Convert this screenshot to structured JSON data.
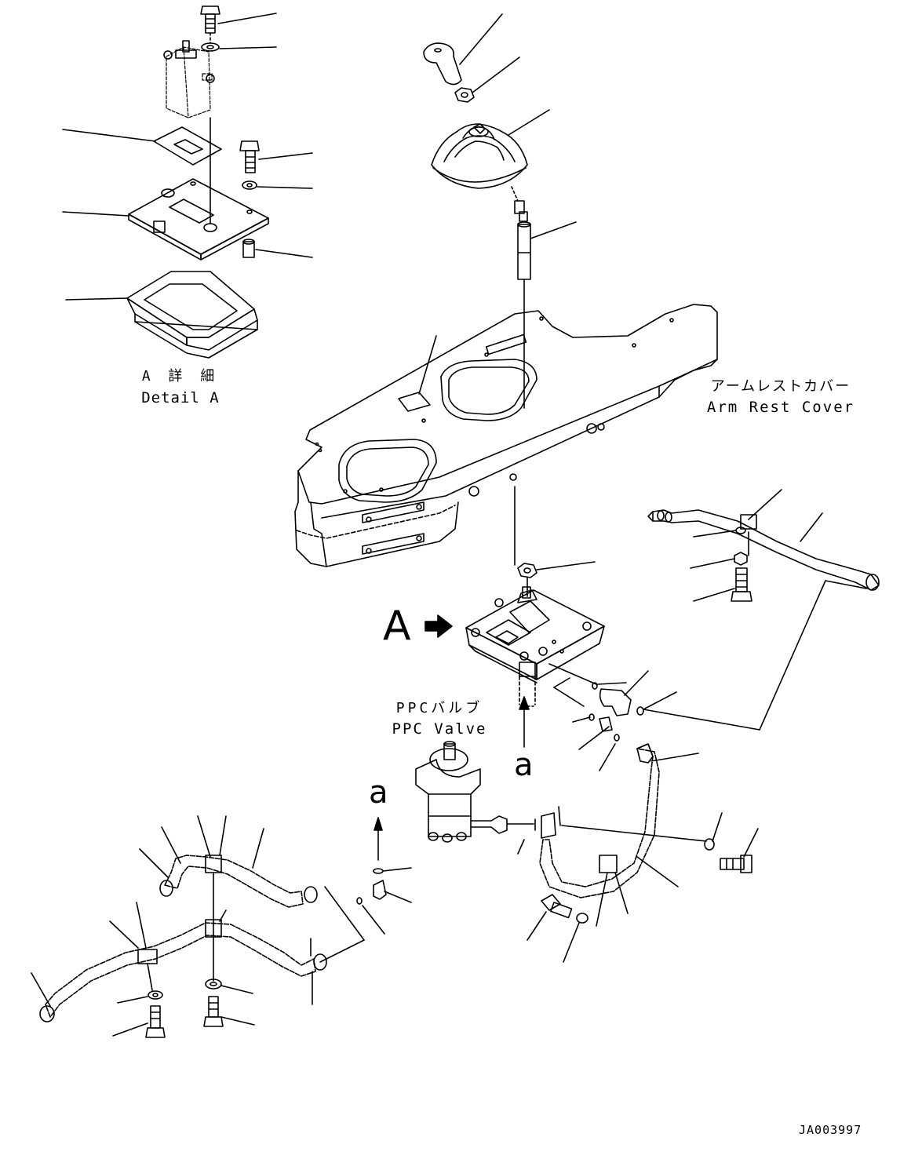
{
  "labels": {
    "detail_jp": "A 詳 細",
    "detail_en": "Detail A",
    "arm_rest_jp": "アームレストカバー",
    "arm_rest_en": "Arm Rest Cover",
    "ppc_jp": "PPCバルブ",
    "ppc_en": "PPC Valve",
    "view_arrow": "A",
    "section_a_1": "a",
    "section_a_2": "a",
    "drawing_number": "JA003997"
  },
  "colors": {
    "line": "#000000",
    "background": "#ffffff"
  }
}
